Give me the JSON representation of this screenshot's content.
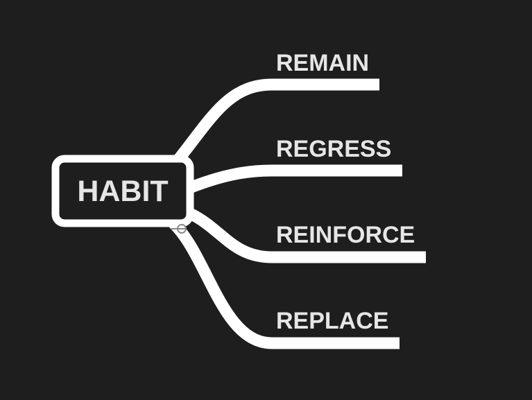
{
  "mindmap": {
    "root": {
      "label": "HABIT"
    },
    "branches": [
      {
        "label": "REMAIN"
      },
      {
        "label": "REGRESS"
      },
      {
        "label": "REINFORCE"
      },
      {
        "label": "REPLACE"
      }
    ]
  },
  "colors": {
    "background": "#1e1e1e",
    "stroke": "#ffffff",
    "text": "#e6e6e6",
    "root_fill": "#1e1e1e"
  }
}
